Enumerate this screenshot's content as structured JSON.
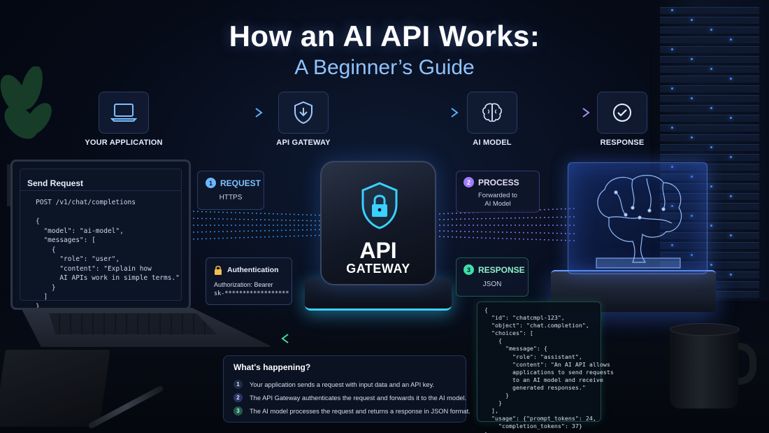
{
  "header": {
    "title": "How an AI API Works:",
    "subtitle": "A Beginner’s Guide"
  },
  "flow": {
    "nodes": [
      {
        "label": "YOUR APPLICATION",
        "icon": "laptop-icon"
      },
      {
        "label": "API GATEWAY",
        "icon": "shield-icon"
      },
      {
        "label": "AI MODEL",
        "icon": "brain-icon"
      },
      {
        "label": "RESPONSE",
        "icon": "check-circle-icon"
      }
    ]
  },
  "laptop": {
    "panel_title": "Send Request",
    "endpoint": "POST /v1/chat/completions",
    "code": [
      "{",
      "  \"model\": \"ai-model\",",
      "  \"messages\": [",
      "    {",
      "      \"role\": \"user\",",
      "      \"content\": \"Explain how",
      "      AI APIs work in simple terms.\"",
      "    }",
      "  ]",
      "}"
    ]
  },
  "steps_pills": {
    "request": {
      "number": "1",
      "title": "REQUEST",
      "sub": "HTTPS"
    },
    "process": {
      "number": "2",
      "title": "PROCESS",
      "sub_line1": "Forwarded to",
      "sub_line2": "AI Model"
    },
    "response": {
      "number": "3",
      "title": "RESPONSE",
      "sub": "JSON"
    }
  },
  "auth": {
    "title": "Authentication",
    "line1": "Authorization: Bearer",
    "line2": "sk-******************"
  },
  "gateway": {
    "line1": "API",
    "line2": "GATEWAY"
  },
  "response_json": [
    "{",
    "  \"id\": \"chatcmpl-123\",",
    "  \"object\": \"chat.completion\",",
    "  \"choices\": [",
    "    {",
    "      \"message\": {",
    "        \"role\": \"assistant\",",
    "        \"content\": \"An AI API allows",
    "        applications to send requests",
    "        to an AI model and receive",
    "        generated responses.\"",
    "      }",
    "    }",
    "  ],",
    "  \"usage\": {\"prompt_tokens\": 24,",
    "    \"completion_tokens\": 37}",
    "}"
  ],
  "explain": {
    "title": "What's happening?",
    "steps": [
      {
        "number": "1",
        "text": "Your application sends a request with input data and an API key."
      },
      {
        "number": "2",
        "text": "The API Gateway authenticates the request and forwards it to the AI model."
      },
      {
        "number": "3",
        "text": "The AI model processes the request and returns a response in JSON format."
      }
    ]
  },
  "colors": {
    "accent_blue": "#3aa0ff",
    "accent_purple": "#a27bff",
    "accent_green": "#3ee0a6",
    "title_blue": "#8fc3ff"
  }
}
